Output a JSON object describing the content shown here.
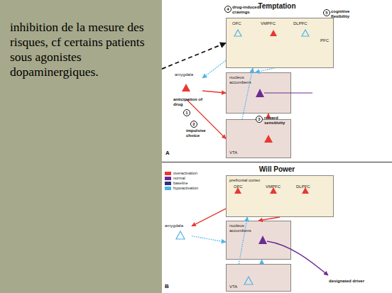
{
  "diagram": {
    "nodes": [
      {
        "text": [
          "inhibition de la mesure des risques, cf certains patients sous agonistes dopaminergiques."
        ]
      },
      {
        "text": [
          "Temptation"
        ]
      },
      {
        "text": [
          "OFC",
          "VMPFC",
          "DLPFC",
          "PFC"
        ],
        "in": 1
      },
      {
        "text": [
          "nucleus accumbens"
        ],
        "in": 1
      },
      {
        "text": [
          "VTA"
        ],
        "in": 1
      },
      {
        "text": [
          "amygdala"
        ],
        "in": 1
      },
      {
        "text": [
          "Will Power"
        ]
      },
      {
        "text": [
          "prefrontal cortex",
          "OFC",
          "VMPFC",
          "DLPFC"
        ],
        "in": 6
      },
      {
        "text": [
          "nucleus accumbens"
        ],
        "in": 6
      },
      {
        "text": [
          "VTA"
        ],
        "in": 6
      },
      {
        "text": [
          "amygdala"
        ],
        "in": 6
      }
    ],
    "edges": [
      {
        "from": 0,
        "to": 2,
        "arrow": "to"
      },
      {
        "from": 5,
        "to": 3,
        "arrow": "to"
      },
      {
        "from": 5,
        "to": 4,
        "arrow": "to"
      },
      {
        "from": 4,
        "to": 3,
        "arrow": "to"
      },
      {
        "from": 4,
        "to": 2,
        "arrow": "to"
      },
      {
        "from": 2,
        "to": 3,
        "arrow": "to"
      },
      {
        "from": 2,
        "to": 5,
        "arrow": "to"
      },
      {
        "from": 7,
        "to": 8,
        "arrow": "to"
      },
      {
        "from": 7,
        "to": 10,
        "arrow": "to"
      },
      {
        "from": 10,
        "to": 8,
        "arrow": "to"
      },
      {
        "from": 9,
        "to": 8,
        "arrow": "to"
      },
      {
        "from": 9,
        "to": 7,
        "arrow": "to"
      }
    ],
    "labels": [
      "4",
      "drug-induced cravings",
      "5",
      "cognitive flexibility",
      "anticipation of drug",
      "1",
      "2",
      "impulsive choice",
      "3",
      "reward sensitivity",
      "A",
      "designated driver",
      "B"
    ],
    "legend": [
      {
        "text": "overactivation",
        "color": "#e8392f"
      },
      {
        "text": "normal",
        "color": "#6b2c91"
      },
      {
        "text": "baseline",
        "color": "#28367f"
      },
      {
        "text": "hypoactivation",
        "color": "#4fb3e8"
      }
    ]
  }
}
